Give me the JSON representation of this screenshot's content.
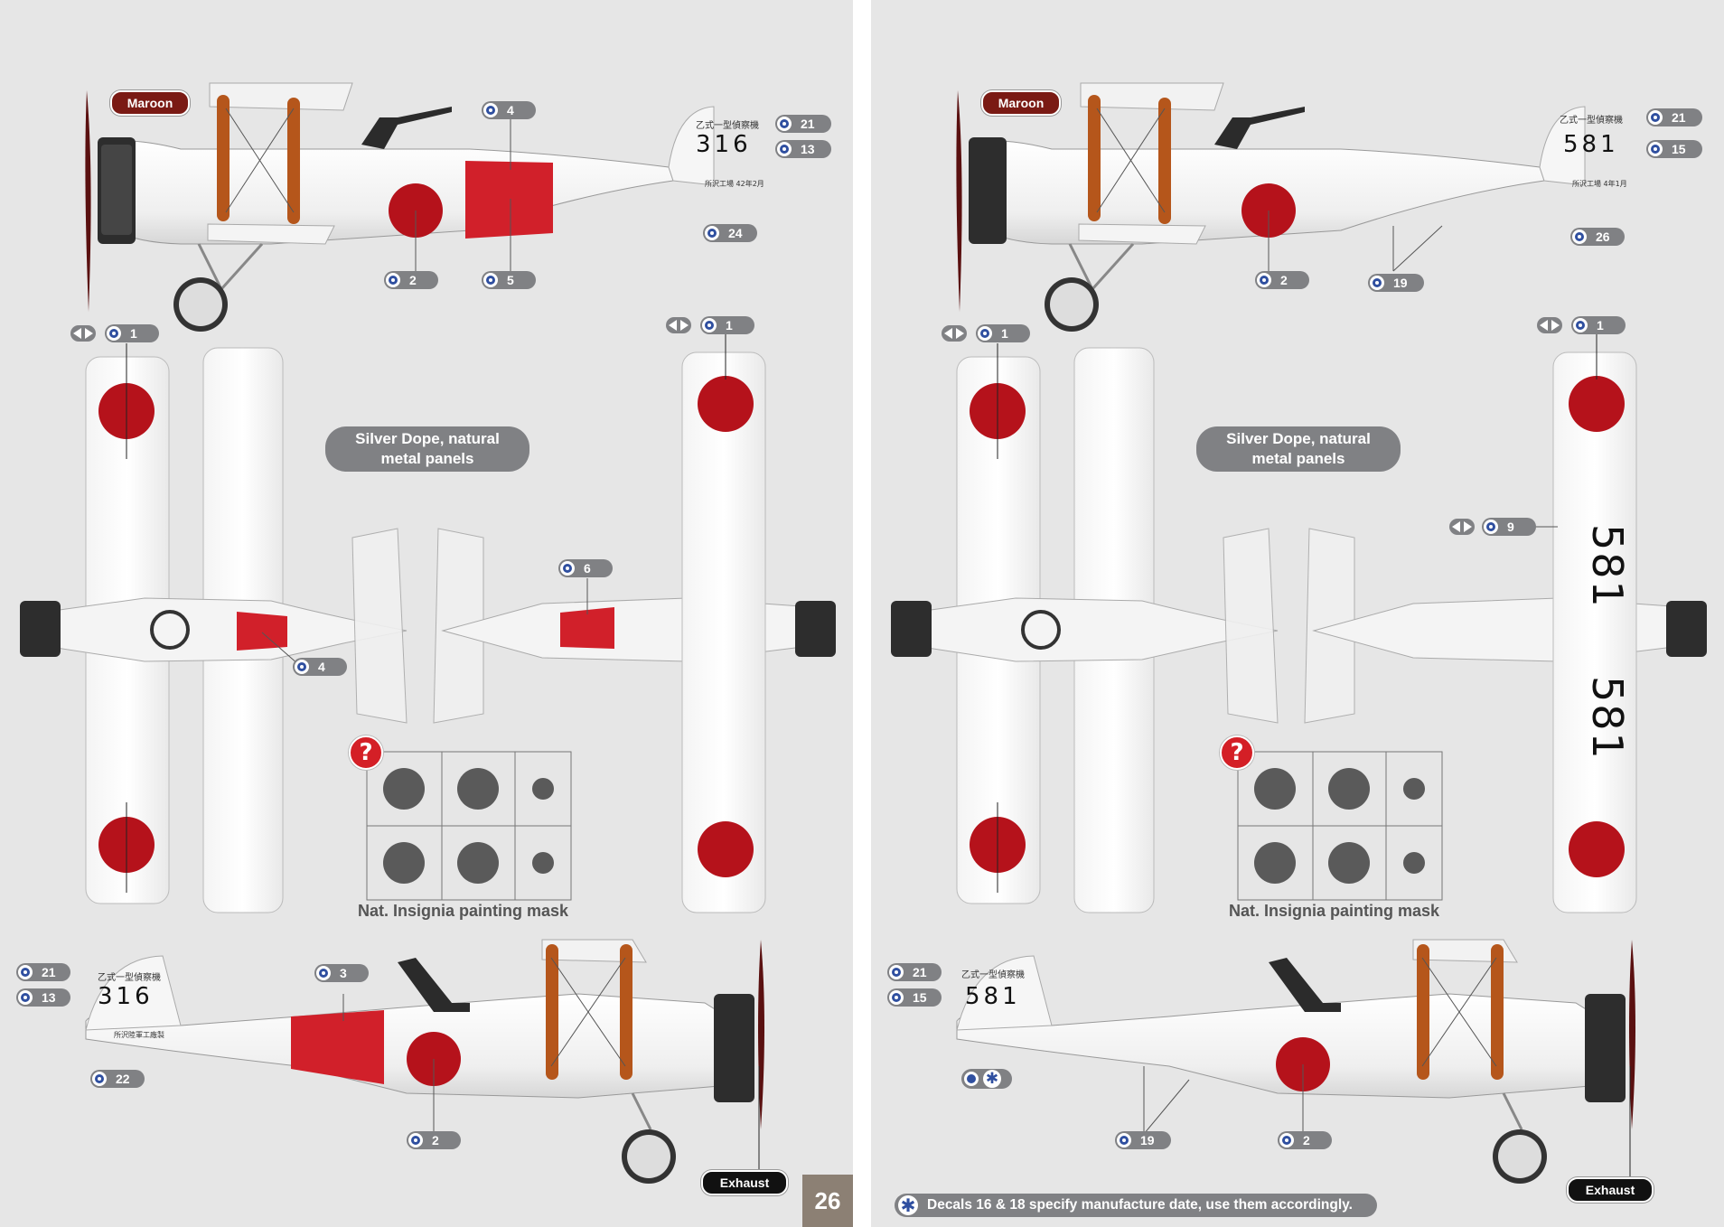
{
  "colors": {
    "page_bg": "#e6e6e6",
    "hinomaru_red": "#b5121b",
    "band_red": "#d1202a",
    "pill_grey": "#808184",
    "decal_blue": "#2f4fa0",
    "maroon": "#7a1a14",
    "mask_dot": "#5a5a5a"
  },
  "left": {
    "top_profile": {
      "maroon_tag": "Maroon",
      "serial": "316",
      "tail_text": "乙式一型偵察機",
      "mfg_text": "所沢工場 42年2月",
      "callouts": [
        "4",
        "21",
        "13",
        "24",
        "2",
        "5"
      ]
    },
    "plan": {
      "upper_left_num": "1",
      "upper_right_num": "1",
      "silver_note_line1": "Silver Dope, natural",
      "silver_note_line2": "metal panels",
      "fuselage_num": "4",
      "tail_num": "6"
    },
    "mask": {
      "caption": "Nat. Insignia painting mask",
      "question": "?"
    },
    "bottom_profile": {
      "serial": "316",
      "tail_text": "乙式一型偵察機",
      "mfg_text": "所沢陸軍工廠製",
      "callouts": [
        "21",
        "13",
        "3",
        "22",
        "2"
      ],
      "exhaust_tag": "Exhaust"
    },
    "page_number": "26"
  },
  "right": {
    "top_profile": {
      "maroon_tag": "Maroon",
      "serial": "581",
      "tail_text": "乙式一型偵察機",
      "mfg_text": "所沢工場 4年1月",
      "callouts": [
        "21",
        "15",
        "26",
        "2",
        "19"
      ]
    },
    "plan": {
      "upper_left_num": "1",
      "upper_right_num": "1",
      "silver_note_line1": "Silver Dope, natural",
      "silver_note_line2": "metal panels",
      "wing_serial_num": "9",
      "wing_serial_top": "581",
      "wing_serial_bottom": "581"
    },
    "mask": {
      "caption": "Nat. Insignia painting mask",
      "question": "?"
    },
    "bottom_profile": {
      "serial": "581",
      "tail_text": "乙式一型偵察機",
      "callouts": [
        "21",
        "15",
        "19",
        "2"
      ],
      "exhaust_tag": "Exhaust"
    },
    "footnote": "Decals 16 & 18 specify manufacture date, use them accordingly."
  }
}
